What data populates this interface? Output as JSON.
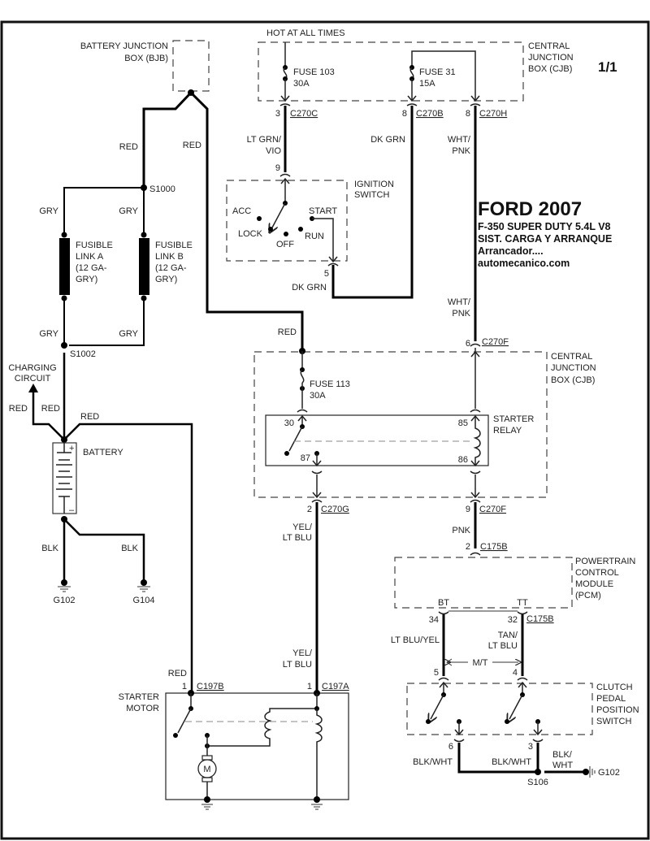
{
  "page_indicator": "1/1",
  "title": {
    "make_year": "FORD 2007",
    "model": "F-350 SUPER DUTY  5.4L  V8",
    "system": "SIST. CARGA Y ARRANQUE",
    "subsystem": "Arrancador....",
    "site": "automecanico.com"
  },
  "power_label": "HOT AT ALL TIMES",
  "components": {
    "bjb": [
      "BATTERY JUNCTION",
      "BOX (BJB)"
    ],
    "cjb_top": [
      "CENTRAL",
      "JUNCTION",
      "BOX (CJB)"
    ],
    "cjb_mid": [
      "CENTRAL",
      "JUNCTION",
      "BOX (CJB)"
    ],
    "ignition_switch": [
      "IGNITION",
      "SWITCH"
    ],
    "starter_relay": [
      "STARTER",
      "RELAY"
    ],
    "pcm": [
      "POWERTRAIN",
      "CONTROL",
      "MODULE",
      "(PCM)"
    ],
    "clutch_switch": [
      "CLUTCH",
      "PEDAL",
      "POSITION",
      "SWITCH"
    ],
    "starter_motor": [
      "STARTER",
      "MOTOR"
    ],
    "battery": "BATTERY",
    "charging_circuit": [
      "CHARGING",
      "CIRCUIT"
    ],
    "fusible_link_a": [
      "FUSIBLE",
      "LINK A",
      "(12 GA-",
      "GRY)"
    ],
    "fusible_link_b": [
      "FUSIBLE",
      "LINK B",
      "(12 GA-",
      "GRY)"
    ],
    "motor_symbol": "M"
  },
  "fuses": {
    "f103": [
      "FUSE 103",
      "30A"
    ],
    "f31": [
      "FUSE 31",
      "15A"
    ],
    "f113": [
      "FUSE 113",
      "30A"
    ]
  },
  "ignition_positions": {
    "acc": "ACC",
    "lock": "LOCK",
    "off": "OFF",
    "run": "RUN",
    "start": "START"
  },
  "relay_pins": {
    "p30": "30",
    "p87": "87",
    "p85": "85",
    "p86": "86"
  },
  "connectors": {
    "c270c": {
      "pin": "3",
      "id": "C270C"
    },
    "c270b": {
      "pin": "8",
      "id": "C270B"
    },
    "c270h": {
      "pin": "8",
      "id": "C270H"
    },
    "ign_in": {
      "pin": "9"
    },
    "ign_out": {
      "pin": "5"
    },
    "c270f_top": {
      "pin": "6",
      "id": "C270F"
    },
    "c270g": {
      "pin": "2",
      "id": "C270G"
    },
    "c270f_bot": {
      "pin": "9",
      "id": "C270F"
    },
    "c175b_top": {
      "pin": "2",
      "id": "C175B"
    },
    "c175b_bt": {
      "pin": "34",
      "term": "BT"
    },
    "c175b_tt": {
      "pin": "32",
      "term": "TT",
      "id": "C175B"
    },
    "clutch_5": {
      "pin": "5"
    },
    "clutch_4": {
      "pin": "4"
    },
    "clutch_6": {
      "pin": "6"
    },
    "clutch_3": {
      "pin": "3"
    },
    "c197b": {
      "pin": "1",
      "id": "C197B"
    },
    "c197a": {
      "pin": "1",
      "id": "C197A"
    }
  },
  "splices": {
    "s1000": "S1000",
    "s1002": "S1002",
    "s106": "S106"
  },
  "grounds": {
    "g102": "G102",
    "g104": "G104",
    "g102b": "G102"
  },
  "wires": {
    "red_bjb_left": "RED",
    "red_bjb_right": "RED",
    "gry_a_top": "GRY",
    "gry_b_top": "GRY",
    "gry_a_bot": "GRY",
    "gry_b_bot": "GRY",
    "red_charging": "RED",
    "red_batt": "RED",
    "red_starter_top": "RED",
    "blk_g102": "BLK",
    "blk_g104": "BLK",
    "ltgrn_vio": [
      "LT GRN/",
      "VIO"
    ],
    "dkgrn_top": "DK GRN",
    "dkgrn_ign": "DK GRN",
    "wht_pnk_top": [
      "WHT/",
      "PNK"
    ],
    "wht_pnk_bot": [
      "WHT/",
      "PNK"
    ],
    "red_relay": "RED",
    "yel_ltblu_top": [
      "YEL/",
      "LT BLU"
    ],
    "yel_ltblu_bot": [
      "YEL/",
      "LT BLU"
    ],
    "pnk": "PNK",
    "ltblu_yel": "LT BLU/YEL",
    "tan_ltblu": [
      "TAN/",
      "LT BLU"
    ],
    "mt": "M/T",
    "blk_wht_6": "BLK/WHT",
    "blk_wht_3": "BLK/WHT",
    "blk_wht_gnd": [
      "BLK/",
      "WHT"
    ],
    "red_starter_motor": "RED"
  }
}
